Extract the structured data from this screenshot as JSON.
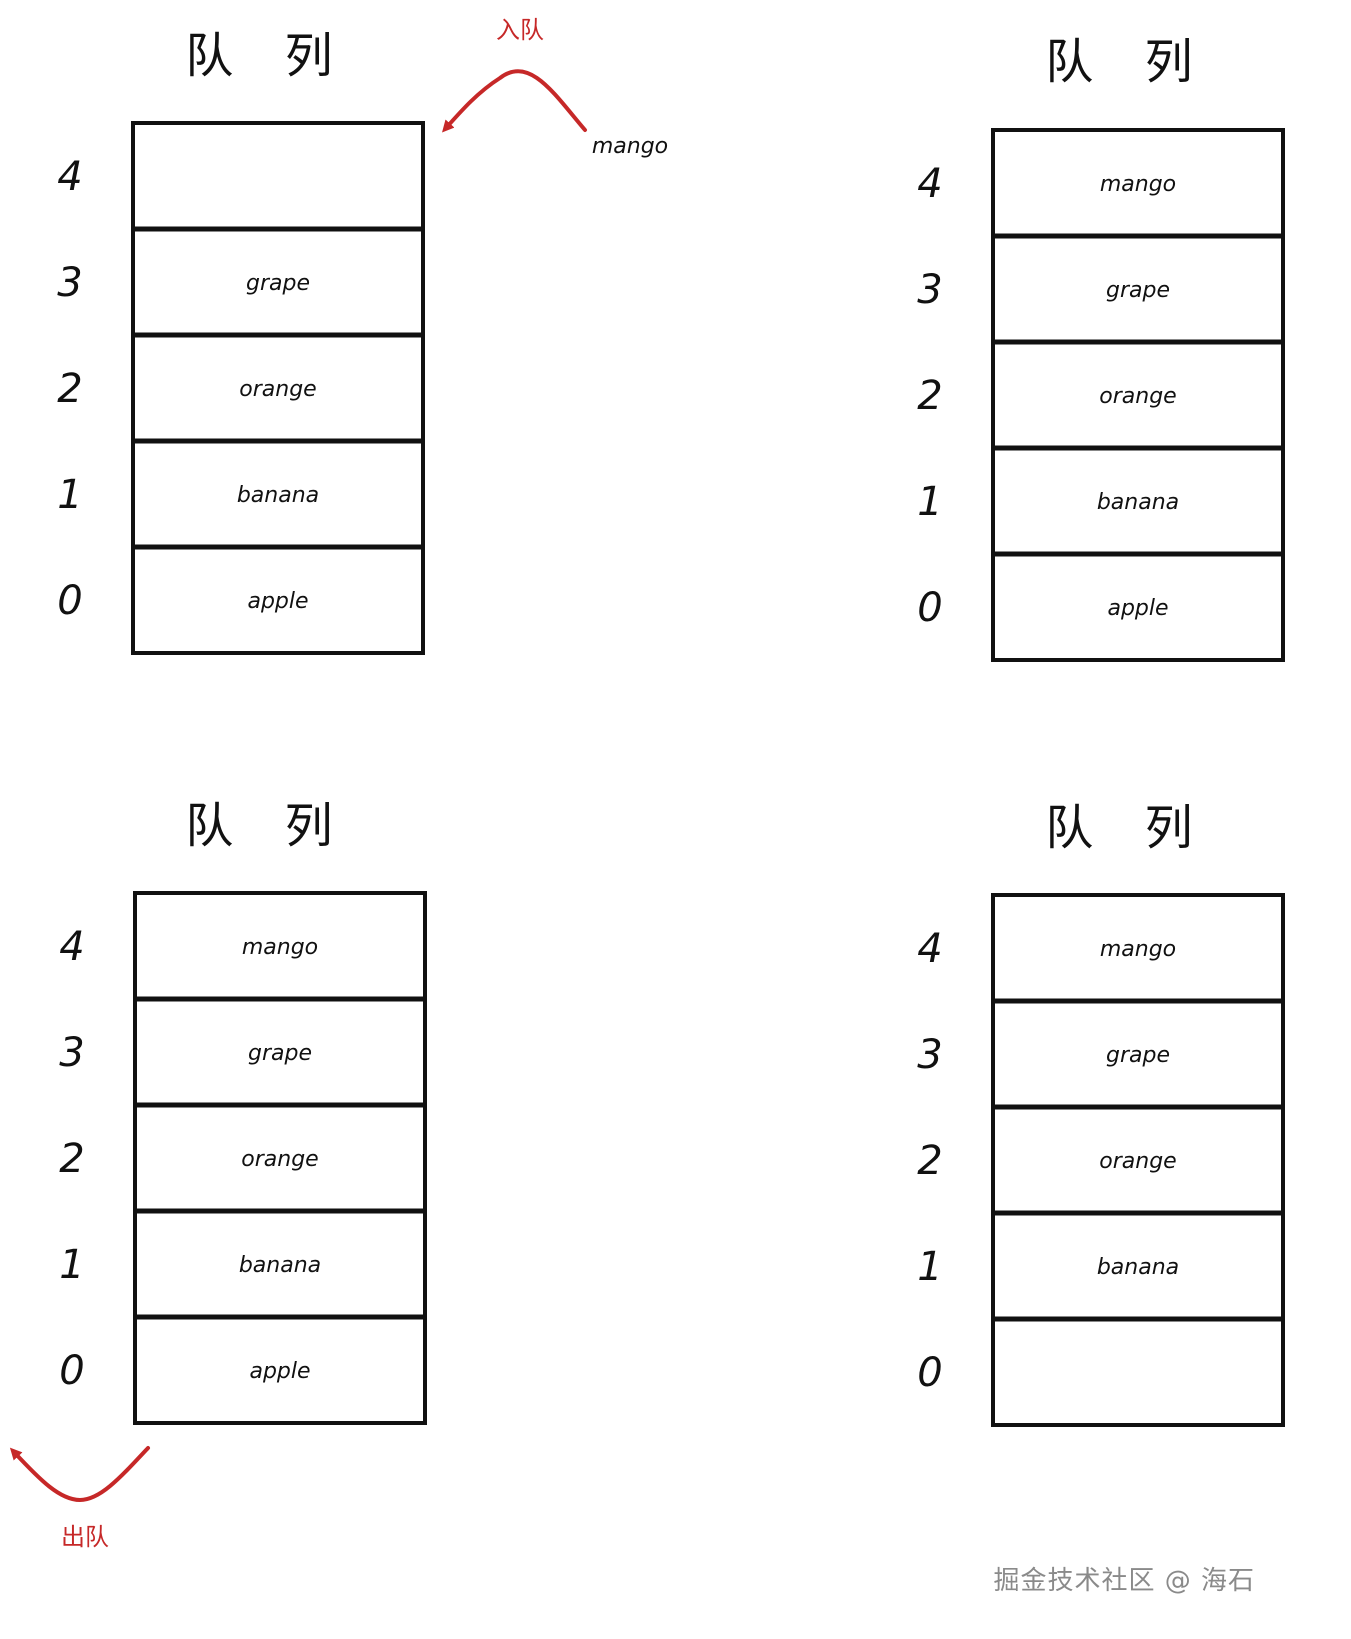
{
  "colors": {
    "ink": "#111111",
    "accent": "#c62828",
    "watermark": "#8a8a8a"
  },
  "panels": [
    {
      "title": "队 列",
      "indices": [
        "4",
        "3",
        "2",
        "1",
        "0"
      ],
      "cells": [
        "",
        "grape",
        "orange",
        "banana",
        "apple"
      ],
      "annotation": {
        "label": "入队",
        "item": "mango",
        "direction": "in"
      }
    },
    {
      "title": "队 列",
      "indices": [
        "4",
        "3",
        "2",
        "1",
        "0"
      ],
      "cells": [
        "mango",
        "grape",
        "orange",
        "banana",
        "apple"
      ]
    },
    {
      "title": "队 列",
      "indices": [
        "4",
        "3",
        "2",
        "1",
        "0"
      ],
      "cells": [
        "mango",
        "grape",
        "orange",
        "banana",
        "apple"
      ],
      "annotation": {
        "label": "出队",
        "direction": "out"
      }
    },
    {
      "title": "队 列",
      "indices": [
        "4",
        "3",
        "2",
        "1",
        "0"
      ],
      "cells": [
        "mango",
        "grape",
        "orange",
        "banana",
        ""
      ]
    }
  ],
  "watermark": "掘金技术社区 @ 海石"
}
